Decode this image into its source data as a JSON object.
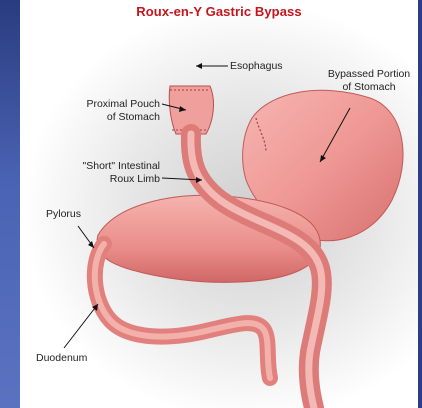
{
  "diagram": {
    "title": "Roux-en-Y Gastric Bypass",
    "labels": {
      "esophagus": "Esophagus",
      "bypassed": "Bypassed Portion\nof Stomach",
      "pouch": "Proximal Pouch\nof Stomach",
      "roux": "\"Short\" Intestinal\nRoux Limb",
      "pylorus": "Pylorus",
      "duodenum": "Duodenum"
    }
  },
  "colors": {
    "title": "#c4151c",
    "tissue": "#ef9a98",
    "tissue_dark": "#c9605f",
    "tissue_light": "#f9c6c2",
    "frame": "#3a4fa0"
  }
}
